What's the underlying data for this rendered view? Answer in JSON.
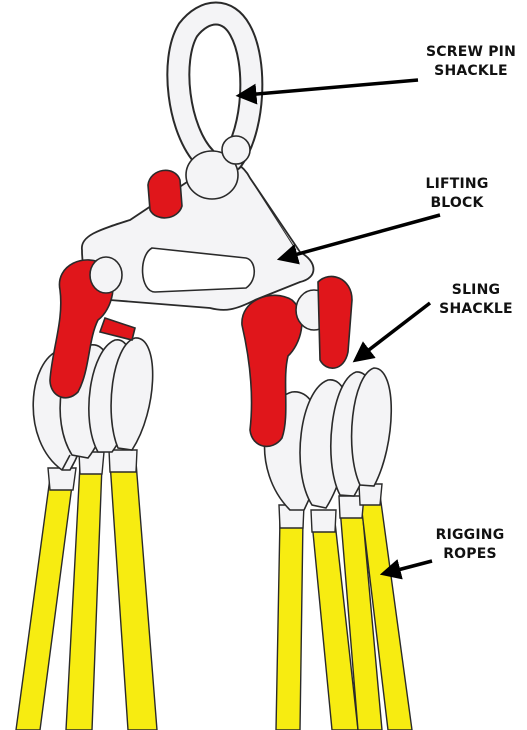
{
  "labels": {
    "screw_pin_shackle": {
      "line1": "SCREW PIN",
      "line2": "SHACKLE"
    },
    "lifting_block": {
      "line1": "LIFTING",
      "line2": "BLOCK"
    },
    "sling_shackle": {
      "line1": "SLING",
      "line2": "SHACKLE"
    },
    "rigging_ropes": {
      "line1": "RIGGING",
      "line2": "ROPES"
    }
  },
  "colors": {
    "shackle_red": "#e0161b",
    "rope_yellow": "#f7ec11",
    "steel_white": "#f4f4f6",
    "outline": "#2a2a2a",
    "arrow": "#000000"
  }
}
